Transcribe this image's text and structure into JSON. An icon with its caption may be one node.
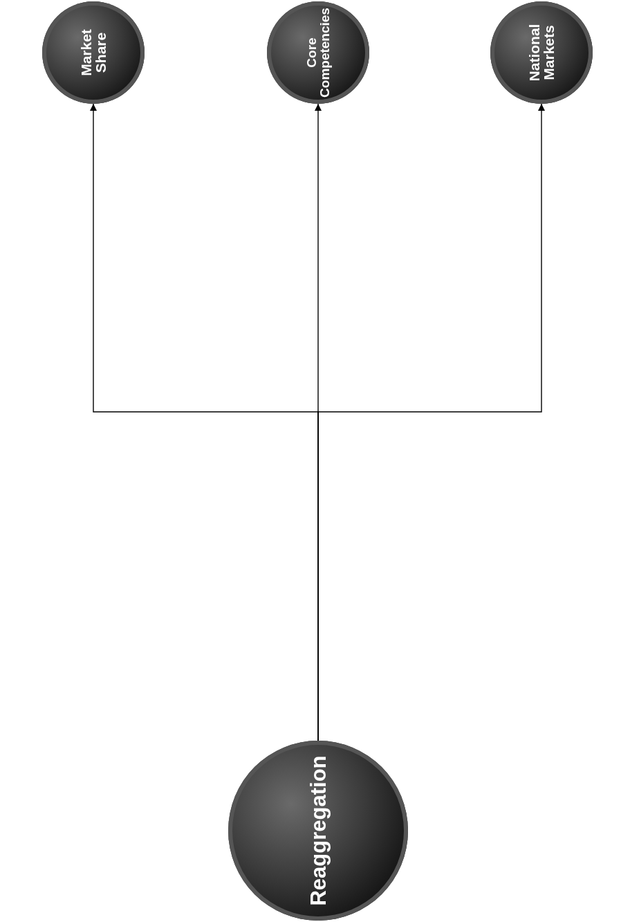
{
  "diagram": {
    "nodes": [
      {
        "text": [
          "Market Share"
        ]
      },
      {
        "text": [
          "Core Competencies"
        ]
      },
      {
        "text": [
          "National Markets"
        ]
      },
      {
        "text": [
          "Reaggregation"
        ]
      }
    ],
    "edges": [
      {
        "from": 3,
        "to": 0,
        "arrow": "to"
      },
      {
        "from": 3,
        "to": 1,
        "arrow": "to"
      },
      {
        "from": 3,
        "to": 2,
        "arrow": "to"
      }
    ]
  }
}
